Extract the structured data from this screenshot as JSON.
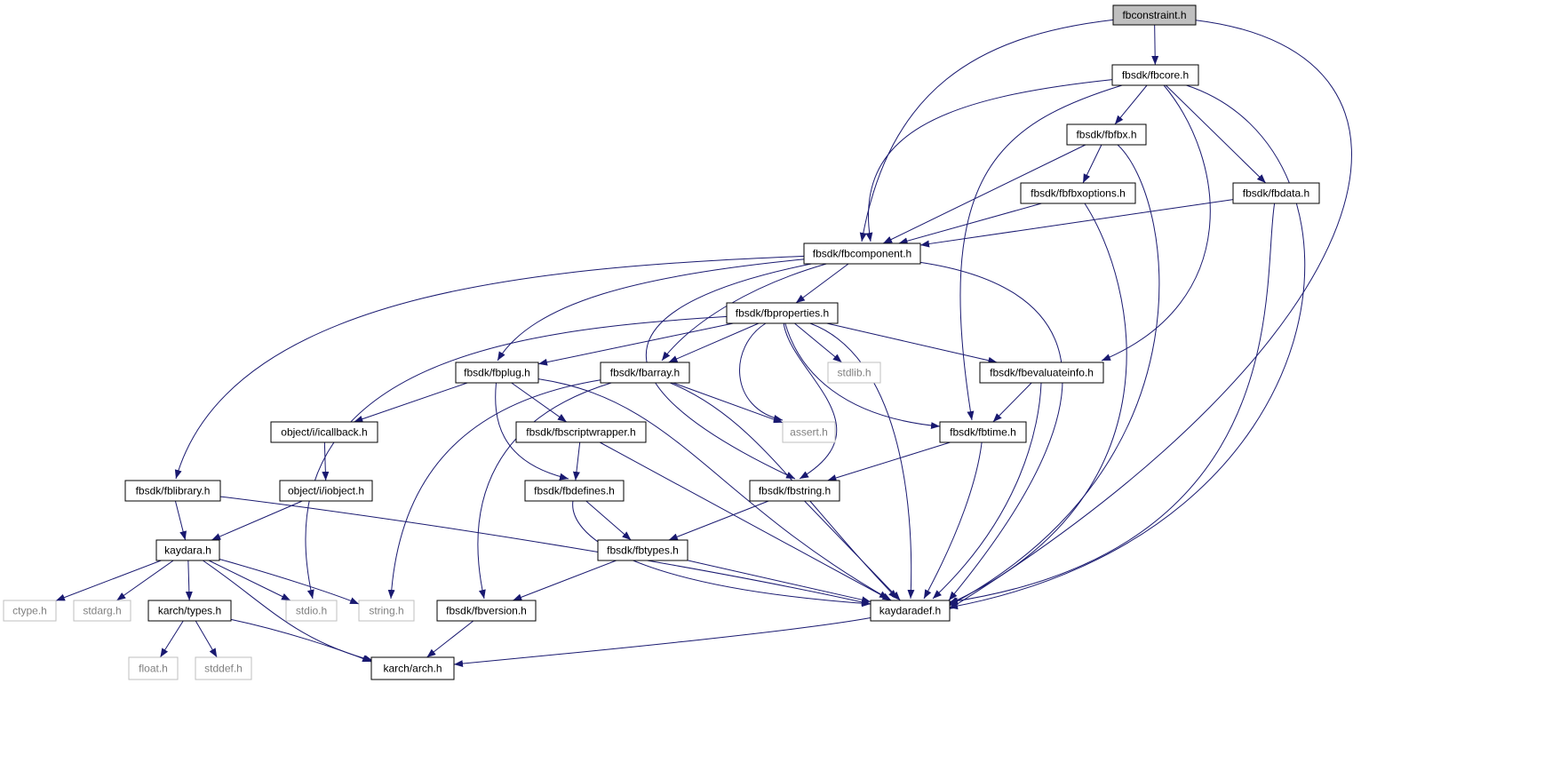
{
  "diagram": {
    "colors": {
      "edge": "#191970",
      "node_border": "#000000",
      "external_border": "#bfbfbf",
      "root_fill": "#bfbfbf",
      "external_text": "#808080",
      "text": "#000000"
    },
    "nodes": [
      {
        "id": "fbconstraint",
        "label": "fbconstraint.h",
        "kind": "root"
      },
      {
        "id": "fbcore",
        "label": "fbsdk/fbcore.h",
        "kind": "internal"
      },
      {
        "id": "fbfbx",
        "label": "fbsdk/fbfbx.h",
        "kind": "internal"
      },
      {
        "id": "fbfbxoptions",
        "label": "fbsdk/fbfbxoptions.h",
        "kind": "internal"
      },
      {
        "id": "fbdata",
        "label": "fbsdk/fbdata.h",
        "kind": "internal"
      },
      {
        "id": "fbcomponent",
        "label": "fbsdk/fbcomponent.h",
        "kind": "internal"
      },
      {
        "id": "fbproperties",
        "label": "fbsdk/fbproperties.h",
        "kind": "internal"
      },
      {
        "id": "fbplug",
        "label": "fbsdk/fbplug.h",
        "kind": "internal"
      },
      {
        "id": "fbarray",
        "label": "fbsdk/fbarray.h",
        "kind": "internal"
      },
      {
        "id": "stdlib",
        "label": "stdlib.h",
        "kind": "external"
      },
      {
        "id": "fbevaluateinfo",
        "label": "fbsdk/fbevaluateinfo.h",
        "kind": "internal"
      },
      {
        "id": "icallback",
        "label": "object/i/icallback.h",
        "kind": "internal"
      },
      {
        "id": "fbscriptwrapper",
        "label": "fbsdk/fbscriptwrapper.h",
        "kind": "internal"
      },
      {
        "id": "assert",
        "label": "assert.h",
        "kind": "external"
      },
      {
        "id": "fbtime",
        "label": "fbsdk/fbtime.h",
        "kind": "internal"
      },
      {
        "id": "fblibrary",
        "label": "fbsdk/fblibrary.h",
        "kind": "internal"
      },
      {
        "id": "iobject",
        "label": "object/i/iobject.h",
        "kind": "internal"
      },
      {
        "id": "fbdefines",
        "label": "fbsdk/fbdefines.h",
        "kind": "internal"
      },
      {
        "id": "fbstring",
        "label": "fbsdk/fbstring.h",
        "kind": "internal"
      },
      {
        "id": "kaydara",
        "label": "kaydara.h",
        "kind": "internal"
      },
      {
        "id": "fbtypes",
        "label": "fbsdk/fbtypes.h",
        "kind": "internal"
      },
      {
        "id": "ctype",
        "label": "ctype.h",
        "kind": "external"
      },
      {
        "id": "stdarg",
        "label": "stdarg.h",
        "kind": "external"
      },
      {
        "id": "karchtypes",
        "label": "karch/types.h",
        "kind": "internal"
      },
      {
        "id": "stdio",
        "label": "stdio.h",
        "kind": "external"
      },
      {
        "id": "string",
        "label": "string.h",
        "kind": "external"
      },
      {
        "id": "fbversion",
        "label": "fbsdk/fbversion.h",
        "kind": "internal"
      },
      {
        "id": "kaydaradef",
        "label": "kaydaradef.h",
        "kind": "internal"
      },
      {
        "id": "float",
        "label": "float.h",
        "kind": "external"
      },
      {
        "id": "stddef",
        "label": "stddef.h",
        "kind": "external"
      },
      {
        "id": "karcharch",
        "label": "karch/arch.h",
        "kind": "internal"
      }
    ],
    "edges": [
      [
        "fbconstraint",
        "fbcore"
      ],
      [
        "fbconstraint",
        "fbcomponent"
      ],
      [
        "fbconstraint",
        "kaydaradef"
      ],
      [
        "fbcore",
        "fbfbx"
      ],
      [
        "fbcore",
        "fbdata"
      ],
      [
        "fbcore",
        "fbcomponent"
      ],
      [
        "fbcore",
        "fbevaluateinfo"
      ],
      [
        "fbcore",
        "fbtime"
      ],
      [
        "fbcore",
        "kaydaradef"
      ],
      [
        "fbfbx",
        "fbfbxoptions"
      ],
      [
        "fbfbx",
        "fbcomponent"
      ],
      [
        "fbfbx",
        "kaydaradef"
      ],
      [
        "fbfbxoptions",
        "fbcomponent"
      ],
      [
        "fbfbxoptions",
        "kaydaradef"
      ],
      [
        "fbdata",
        "fbcomponent"
      ],
      [
        "fbdata",
        "kaydaradef"
      ],
      [
        "fbcomponent",
        "fbproperties"
      ],
      [
        "fbcomponent",
        "fbplug"
      ],
      [
        "fbcomponent",
        "fbarray"
      ],
      [
        "fbcomponent",
        "fblibrary"
      ],
      [
        "fbcomponent",
        "fbstring"
      ],
      [
        "fbcomponent",
        "kaydaradef"
      ],
      [
        "fbproperties",
        "fbplug"
      ],
      [
        "fbproperties",
        "fbarray"
      ],
      [
        "fbproperties",
        "stdlib"
      ],
      [
        "fbproperties",
        "fbevaluateinfo"
      ],
      [
        "fbproperties",
        "assert"
      ],
      [
        "fbproperties",
        "fbtime"
      ],
      [
        "fbproperties",
        "fbstring"
      ],
      [
        "fbproperties",
        "stdio"
      ],
      [
        "fbproperties",
        "kaydaradef"
      ],
      [
        "fbplug",
        "icallback"
      ],
      [
        "fbplug",
        "fbscriptwrapper"
      ],
      [
        "fbplug",
        "fbdefines"
      ],
      [
        "fbplug",
        "kaydaradef"
      ],
      [
        "fbarray",
        "assert"
      ],
      [
        "fbarray",
        "string"
      ],
      [
        "fbarray",
        "fbversion"
      ],
      [
        "fbarray",
        "kaydaradef"
      ],
      [
        "fbevaluateinfo",
        "fbtime"
      ],
      [
        "fbevaluateinfo",
        "kaydaradef"
      ],
      [
        "icallback",
        "iobject"
      ],
      [
        "fbscriptwrapper",
        "fbdefines"
      ],
      [
        "fbscriptwrapper",
        "kaydaradef"
      ],
      [
        "fbtime",
        "fbstring"
      ],
      [
        "fbtime",
        "kaydaradef"
      ],
      [
        "fblibrary",
        "kaydara"
      ],
      [
        "fblibrary",
        "kaydaradef"
      ],
      [
        "iobject",
        "kaydara"
      ],
      [
        "fbdefines",
        "fbtypes"
      ],
      [
        "fbdefines",
        "kaydaradef"
      ],
      [
        "fbstring",
        "fbtypes"
      ],
      [
        "fbstring",
        "kaydaradef"
      ],
      [
        "kaydara",
        "ctype"
      ],
      [
        "kaydara",
        "stdarg"
      ],
      [
        "kaydara",
        "karchtypes"
      ],
      [
        "kaydara",
        "stdio"
      ],
      [
        "kaydara",
        "string"
      ],
      [
        "kaydara",
        "karcharch"
      ],
      [
        "fbtypes",
        "fbversion"
      ],
      [
        "fbtypes",
        "kaydaradef"
      ],
      [
        "karchtypes",
        "float"
      ],
      [
        "karchtypes",
        "stddef"
      ],
      [
        "karchtypes",
        "karcharch"
      ],
      [
        "fbversion",
        "karcharch"
      ],
      [
        "kaydaradef",
        "karcharch"
      ]
    ]
  }
}
